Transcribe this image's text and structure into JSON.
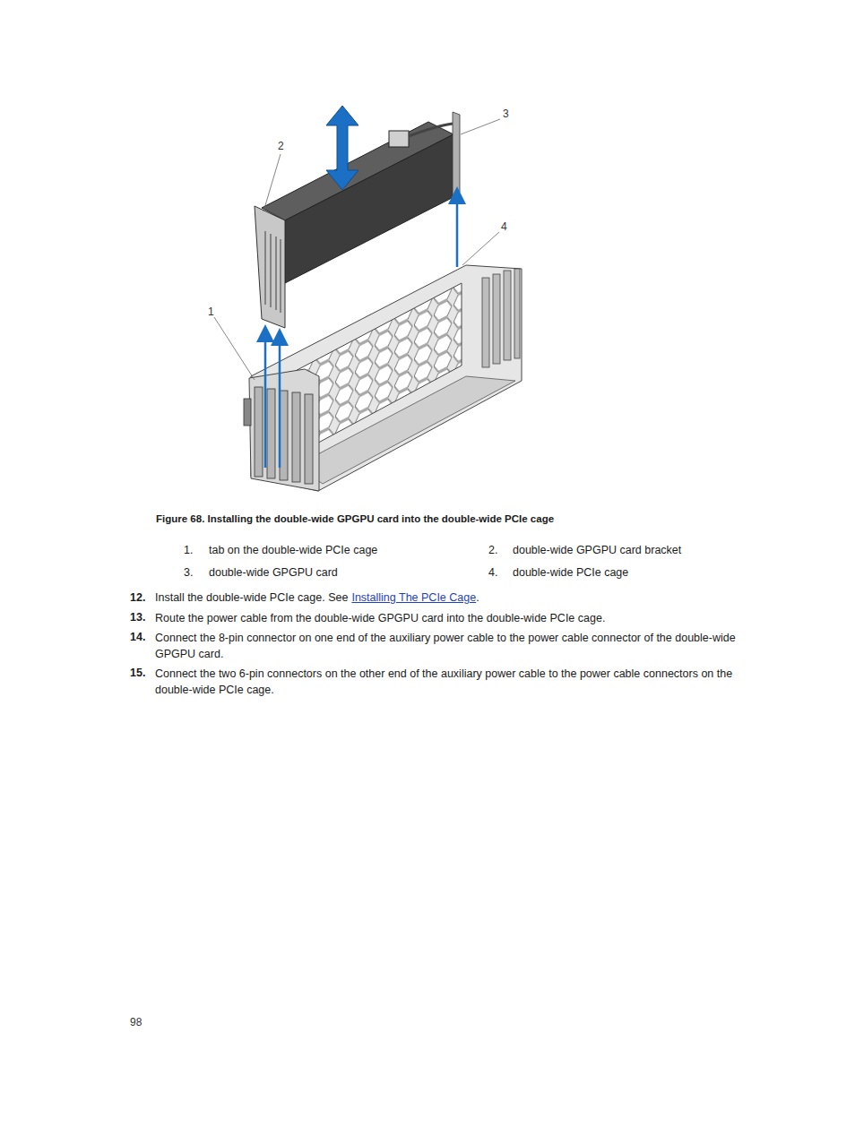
{
  "diagram": {
    "caption": "Figure 68. Installing the double-wide GPGPU card into the double-wide PCIe cage",
    "labels": [
      "3",
      "2",
      "4",
      "1",
      "1.",
      "tab on the double-wide PCIe cage",
      "2.",
      "double-wide GPGPU card bracket",
      "3.",
      "double-wide GPGPU card",
      "4.",
      "double-wide PCIe cage",
      "12.",
      "Install the double-wide PCIe cage. See",
      "Installing The PCIe Cage",
      ".",
      "13.",
      "Route the power cable from the double-wide GPGPU card into the double-wide PCIe cage.",
      "14.",
      "Connect the 8-pin connector on one end of the auxiliary power cable to the power cable connector of the double-wide GPGPU card.",
      "15.",
      "Connect the two 6-pin connectors on the other end of the auxiliary power cable to the power cable connectors on the double-wide PCIe cage.",
      "98"
    ]
  }
}
